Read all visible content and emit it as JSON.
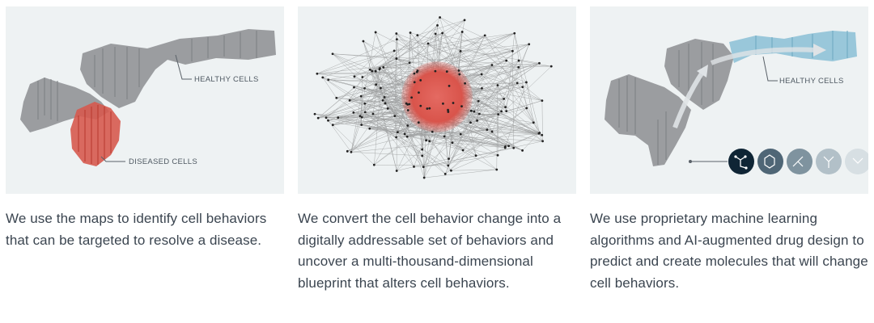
{
  "panels": [
    {
      "labels": {
        "healthy": "HEALTHY CELLS",
        "diseased": "DISEASED CELLS"
      },
      "caption": "We use the maps to identify cell behaviors that can be targeted to resolve a disease."
    },
    {
      "caption": "We convert the cell behavior change into a digitally addressable set of behaviors and uncover a multi-thousand-dimensional blueprint that alters cell behaviors."
    },
    {
      "labels": {
        "healthy": "HEALTHY CELLS"
      },
      "caption": "We use proprietary machine learning algorithms and AI-augmented drug design to predict and create molecules that will change cell behaviors."
    }
  ],
  "colors": {
    "panel_bg": "#eef2f3",
    "healthy": "#9a9c9f",
    "diseased": "#d9534a",
    "treated": "#8fbfd3",
    "network_node": "#222222",
    "molecule_dark": "#0f2535"
  },
  "icons": [
    "molecule-icon-1",
    "molecule-icon-2",
    "molecule-icon-3",
    "molecule-icon-4",
    "molecule-icon-5"
  ]
}
